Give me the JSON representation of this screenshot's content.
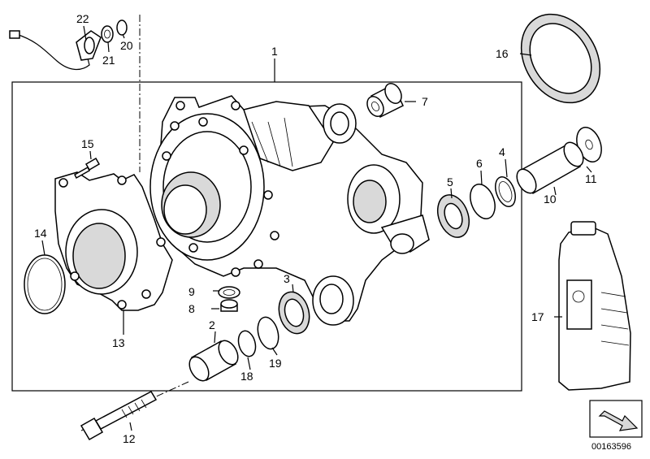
{
  "labels": {
    "p1": "1",
    "p2": "2",
    "p3": "3",
    "p4": "4",
    "p5": "5",
    "p6": "6",
    "p7": "7",
    "p8": "8",
    "p9": "9",
    "p10": "10",
    "p11": "11",
    "p12": "12",
    "p13": "13",
    "p14": "14",
    "p15": "15",
    "p16": "16",
    "p17": "17",
    "p18": "18",
    "p19": "19",
    "p20": "20",
    "p21": "21",
    "p22": "22"
  },
  "reference": "00163596",
  "icons": {
    "orientation": "arrow-icon"
  }
}
